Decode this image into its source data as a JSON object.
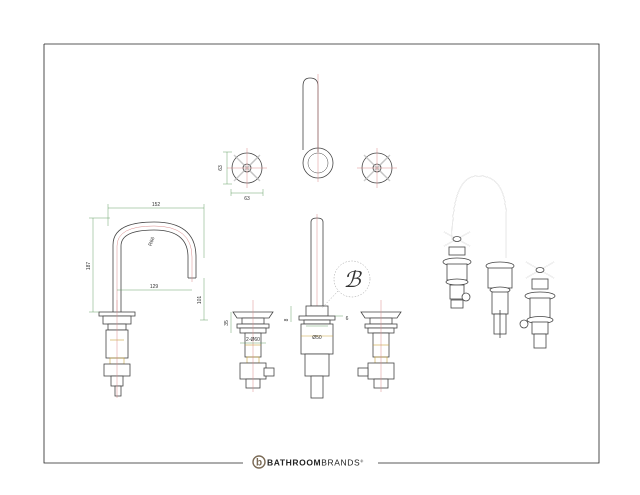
{
  "colors": {
    "outline": "#444444",
    "centerline": "#d98a8a",
    "dimension": "#5a9a5a",
    "highlight": "#c9a23a",
    "brand_mark": "#7a6a55"
  },
  "dimensions": {
    "handle_height": "63",
    "handle_width": "63",
    "spout_width": "152",
    "spout_radius": "R66",
    "spout_reach": "129",
    "overall_height": "187",
    "spout_height": "101",
    "valve_height": "35",
    "thread_size": "2-Ø60",
    "lever_offset": "8",
    "lever_diameter": "Ø50",
    "lever_slot": "6"
  },
  "detail_mark": "ℬ",
  "brand": {
    "logo_letter": "b",
    "name_part1": "BATHROOM",
    "name_part2": "BRANDS",
    "trademark": "®"
  }
}
